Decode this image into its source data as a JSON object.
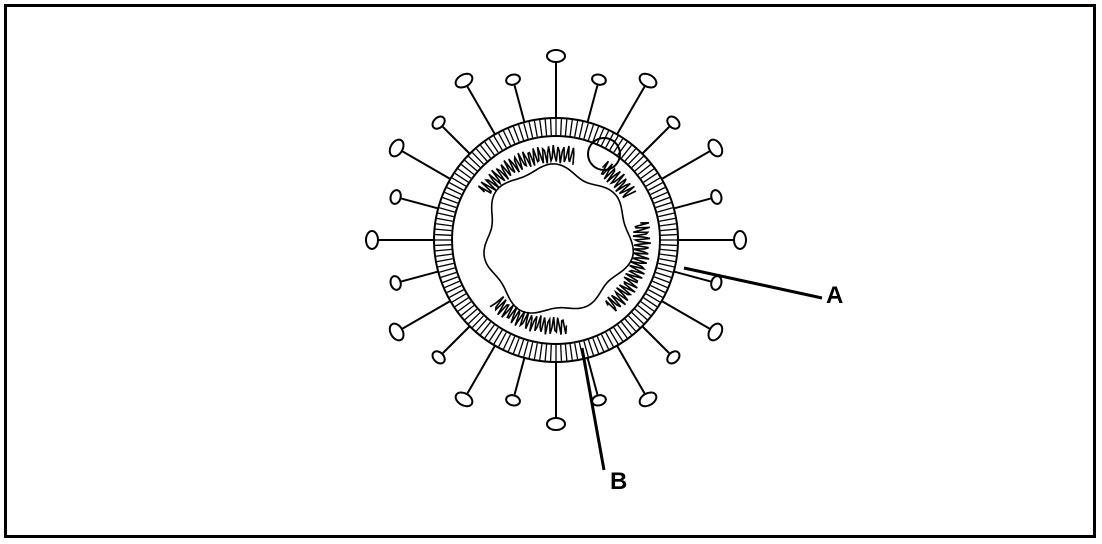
{
  "diagram": {
    "labels": {
      "a": "A",
      "b": "B"
    },
    "colors": {
      "line": "#000000",
      "fill": "#ffffff",
      "frame": "#000000"
    },
    "spike_count": 24
  }
}
